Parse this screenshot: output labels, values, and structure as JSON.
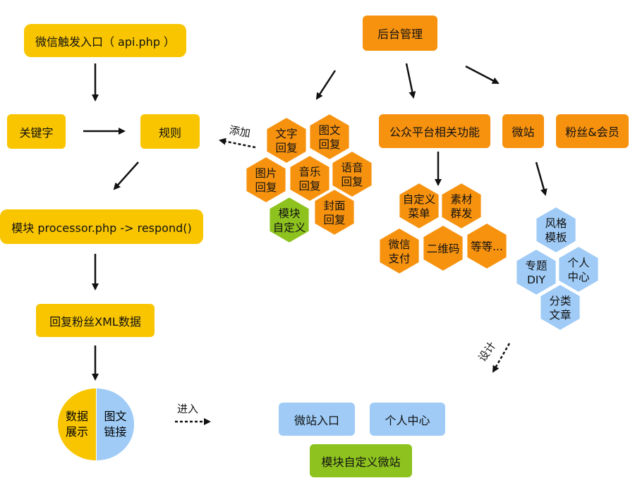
{
  "left_flow": {
    "entry": "微信触发入口（ api.php ）",
    "keyword": "关键字",
    "rule": "规则",
    "module": "模块 processor.php -> respond()",
    "reply": "回复粉丝XML数据",
    "circle_left": [
      "数据",
      "展示"
    ],
    "circle_right": [
      "图文",
      "链接"
    ]
  },
  "backend": {
    "title": "后台管理"
  },
  "add_label": "添加",
  "reply_hexes": [
    {
      "key": "text",
      "lines": [
        "文字",
        "回复"
      ],
      "color": "#f7920f"
    },
    {
      "key": "news",
      "lines": [
        "图文",
        "回复"
      ],
      "color": "#f7920f"
    },
    {
      "key": "image",
      "lines": [
        "图片",
        "回复"
      ],
      "color": "#f7920f"
    },
    {
      "key": "music",
      "lines": [
        "音乐",
        "回复"
      ],
      "color": "#f7920f"
    },
    {
      "key": "voice",
      "lines": [
        "语音",
        "回复"
      ],
      "color": "#f7920f"
    },
    {
      "key": "module",
      "lines": [
        "模块",
        "自定义"
      ],
      "color": "#8ec31f"
    },
    {
      "key": "cover",
      "lines": [
        "封面",
        "回复"
      ],
      "color": "#f7920f"
    }
  ],
  "platform": {
    "title": "公众平台相关功能"
  },
  "microsite": {
    "title": "微站"
  },
  "fans": {
    "title": "粉丝&会员"
  },
  "platform_hexes": [
    {
      "key": "menu",
      "lines": [
        "自定义",
        "菜单"
      ],
      "color": "#f7920f"
    },
    {
      "key": "mass",
      "lines": [
        "素材",
        "群发"
      ],
      "color": "#f7920f"
    },
    {
      "key": "pay",
      "lines": [
        "微信",
        "支付"
      ],
      "color": "#f7920f"
    },
    {
      "key": "qrcode",
      "lines": [
        "二维码"
      ],
      "color": "#f7920f"
    },
    {
      "key": "etc",
      "lines": [
        "等等..."
      ],
      "color": "#f7920f"
    }
  ],
  "microsite_hexes": [
    {
      "key": "style",
      "lines": [
        "风格",
        "模板"
      ],
      "color": "#9fcbf6"
    },
    {
      "key": "diy",
      "lines": [
        "专题",
        "DIY"
      ],
      "color": "#9fcbf6"
    },
    {
      "key": "center",
      "lines": [
        "个人",
        "中心"
      ],
      "color": "#9fcbf6"
    },
    {
      "key": "category",
      "lines": [
        "分类",
        "文章"
      ],
      "color": "#9fcbf6"
    }
  ],
  "design_label": "设计",
  "enter_label": "进入",
  "bottom": {
    "site_entry": "微站入口",
    "user_center": "个人中心",
    "module_site": "模块自定义微站"
  },
  "colors": {
    "yellow": "#f8c500",
    "orange": "#f7920f",
    "blue": "#9fcbf6",
    "green": "#8ec31f"
  }
}
